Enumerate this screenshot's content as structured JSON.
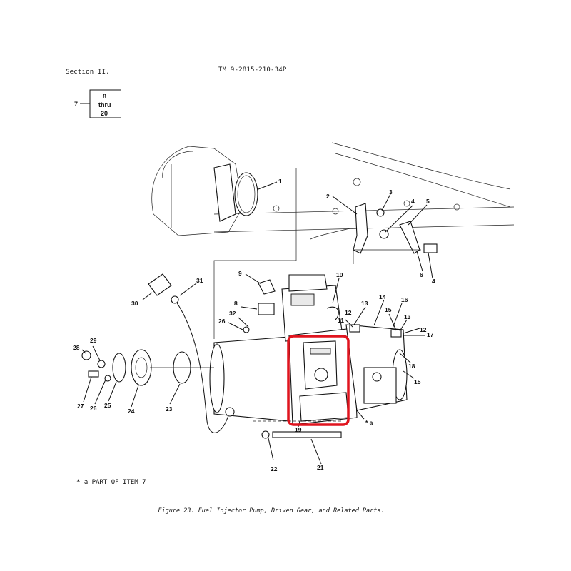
{
  "header": {
    "section": "Section  II.",
    "tm": "TM  9-2815-210-34P"
  },
  "bracket": {
    "item": "7",
    "line1": "8",
    "line2": "thru",
    "line3": "20"
  },
  "callouts": [
    "1",
    "2",
    "3",
    "4",
    "5",
    "6",
    "4",
    "9",
    "10",
    "31",
    "30",
    "8",
    "32",
    "26",
    "13",
    "14",
    "16",
    "12",
    "11",
    "15",
    "13",
    "12",
    "17",
    "18",
    "15",
    "29",
    "28",
    "27",
    "26",
    "25",
    "24",
    "23",
    "19",
    "* a",
    "22",
    "21"
  ],
  "footnote": "*  a  PART  OF  ITEM  7",
  "caption": "Figure 23. Fuel Injector Pump, Driven Gear, and Related Parts.",
  "highlight": {
    "color": "#e0141e"
  }
}
